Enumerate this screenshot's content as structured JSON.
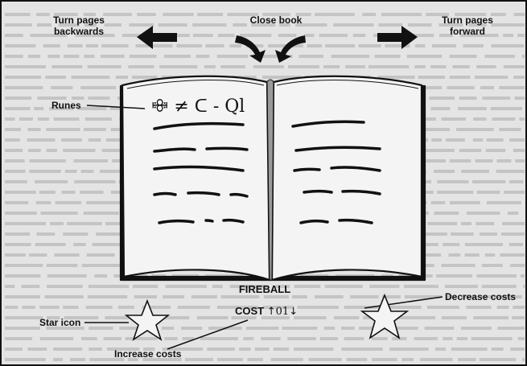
{
  "labels": {
    "turn_back_line1": "Turn pages",
    "turn_back_line2": "backwards",
    "close_book": "Close book",
    "turn_forward_line1": "Turn pages",
    "turn_forward_line2": "forward",
    "runes": "Runes",
    "star_icon": "Star icon",
    "decrease_costs": "Decrease costs",
    "increase_costs": "Increase costs"
  },
  "book": {
    "spell_name": "FIREBALL",
    "cost_label": "COST",
    "cost_up": "↑",
    "cost_value": "01",
    "cost_down": "↓",
    "runes_text": "ꗴ ≠ ᑕ - Ql"
  },
  "colors": {
    "ink": "#111111",
    "page": "#f4f4f4",
    "background": "#e4e4e4"
  }
}
